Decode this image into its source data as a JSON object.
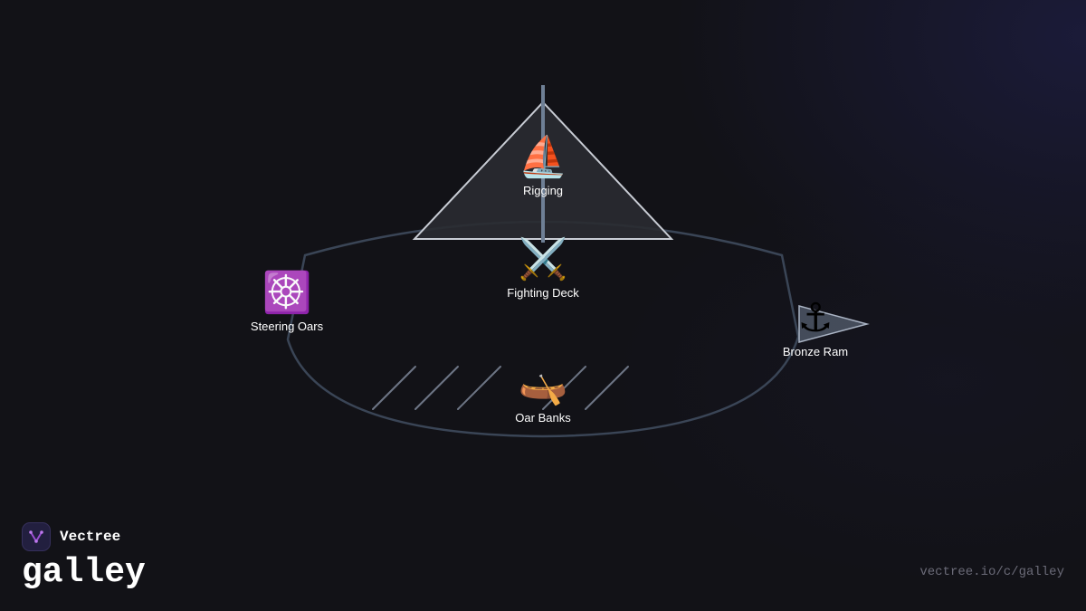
{
  "diagram": {
    "parts": [
      {
        "id": "rigging",
        "icon": "sailboat-icon",
        "emoji": "⛵",
        "label": "Rigging"
      },
      {
        "id": "fighting-deck",
        "icon": "crossed-swords-icon",
        "emoji": "⚔️",
        "label": "Fighting Deck"
      },
      {
        "id": "steering-oars",
        "icon": "ship-wheel-icon",
        "emoji": "☸️",
        "label": "Steering Oars"
      },
      {
        "id": "bronze-ram",
        "icon": "anchor-icon",
        "emoji": "⚓",
        "label": "Bronze Ram"
      },
      {
        "id": "oar-banks",
        "icon": "canoe-icon",
        "emoji": "🛶",
        "label": "Oar Banks"
      }
    ]
  },
  "brand": {
    "name": "Vectree",
    "logo_icon": "vectree-logo-icon"
  },
  "title": "galley",
  "url": "vectree.io/c/galley",
  "colors": {
    "background": "#121217",
    "hull_stroke": "#3a4556",
    "sail_stroke": "#c8ccd4",
    "mast": "#6e7f95",
    "oars": "#6d7585",
    "ram_fill": "#4a5262",
    "logo_accent": "#9b4fd1"
  }
}
